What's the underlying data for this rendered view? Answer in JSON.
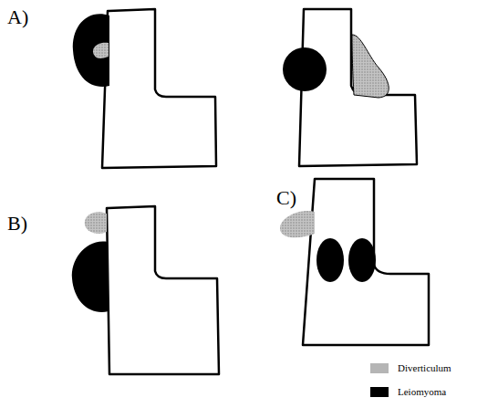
{
  "diagram": {
    "labels": [
      "A)",
      "B)",
      "C)"
    ],
    "legend": [
      {
        "text": "Diverticulum",
        "color": "#b5b5b5"
      },
      {
        "text": "Leiomyoma",
        "color": "#000000"
      }
    ]
  }
}
